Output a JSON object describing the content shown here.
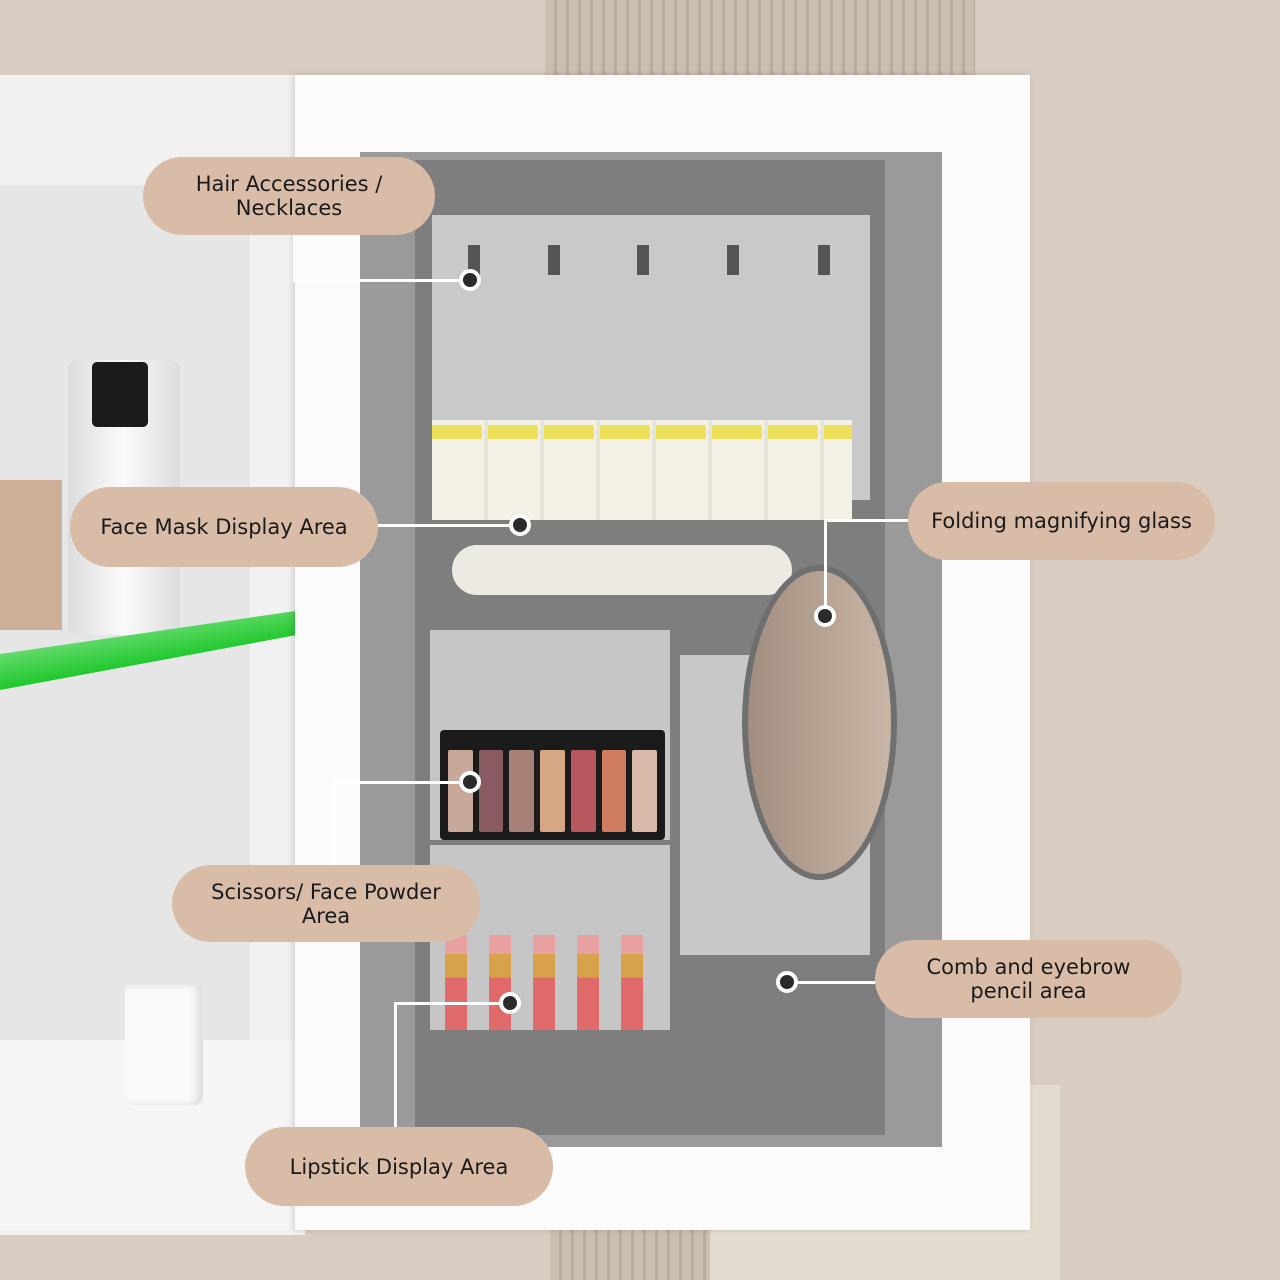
{
  "callouts": {
    "hair": "Hair Accessories / Necklaces",
    "face_mask": "Face Mask Display Area",
    "magnifier": "Folding magnifying glass",
    "scissors": "Scissors/ Face Powder Area",
    "comb": "Comb and eyebrow pencil area",
    "lipstick": "Lipstick Display Area"
  },
  "colors": {
    "callout_bg": "#d8bca8",
    "board": "#7e7e7e",
    "wall": "#d8cdc0"
  }
}
